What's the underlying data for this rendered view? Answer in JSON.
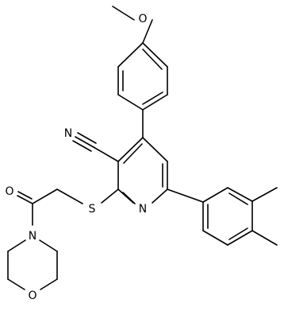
{
  "molecule": {
    "atoms": {
      "O_methoxy": "O",
      "N_nitrile": "N",
      "N_pyridine": "N",
      "S_thioether": "S",
      "O_carbonyl": "O",
      "N_morpholine": "N",
      "O_morpholine": "O"
    }
  },
  "colors": {
    "bond": "#000000",
    "label": "#000000",
    "background": "#ffffff"
  }
}
